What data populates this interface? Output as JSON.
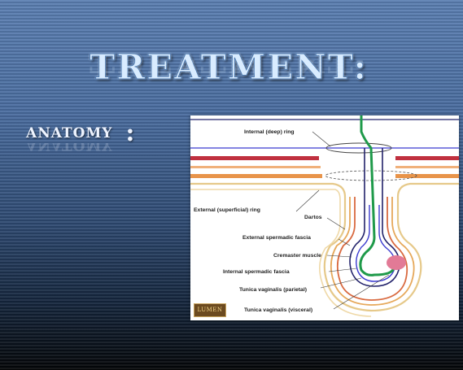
{
  "slide": {
    "title": "TREATMENT:",
    "subtitle": "ANATOMY",
    "subtitle_colon": ":"
  },
  "figure": {
    "labels": {
      "internal_ring": "Internal (deep) ring",
      "external_ring": "External (superficial) ring",
      "dartos": "Dartos",
      "external_fascia": "External spermadic fascia",
      "cremaster": "Cremaster muscle",
      "internal_fascia": "Internal spermadic fascia",
      "tunica_parietal": "Tunica vaginalis (parietal)",
      "tunica_visceral": "Tunica vaginalis (visceral)"
    },
    "logo_text": "LUMEN",
    "colors": {
      "green": "#1f9a4a",
      "navy": "#23236b",
      "blue": "#3b3bcf",
      "red": "#c0303f",
      "orange": "#e8944a",
      "tan": "#e6c98a",
      "pink": "#e27a96"
    }
  }
}
